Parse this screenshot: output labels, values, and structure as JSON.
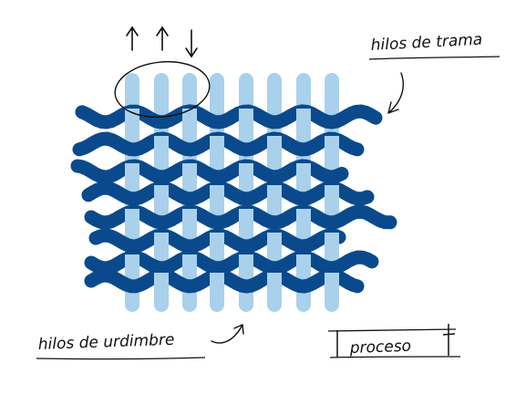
{
  "labels": {
    "weft": "hilos de trama",
    "warp": "hilos de urdimbre",
    "process": "proceso"
  },
  "colors": {
    "warp": "#a9d1ec",
    "weft": "#0a4a8c",
    "ink": "#111111",
    "background": "#ffffff"
  },
  "icons": [
    "arrow-up-icon",
    "arrow-up-icon",
    "arrow-down-icon"
  ]
}
